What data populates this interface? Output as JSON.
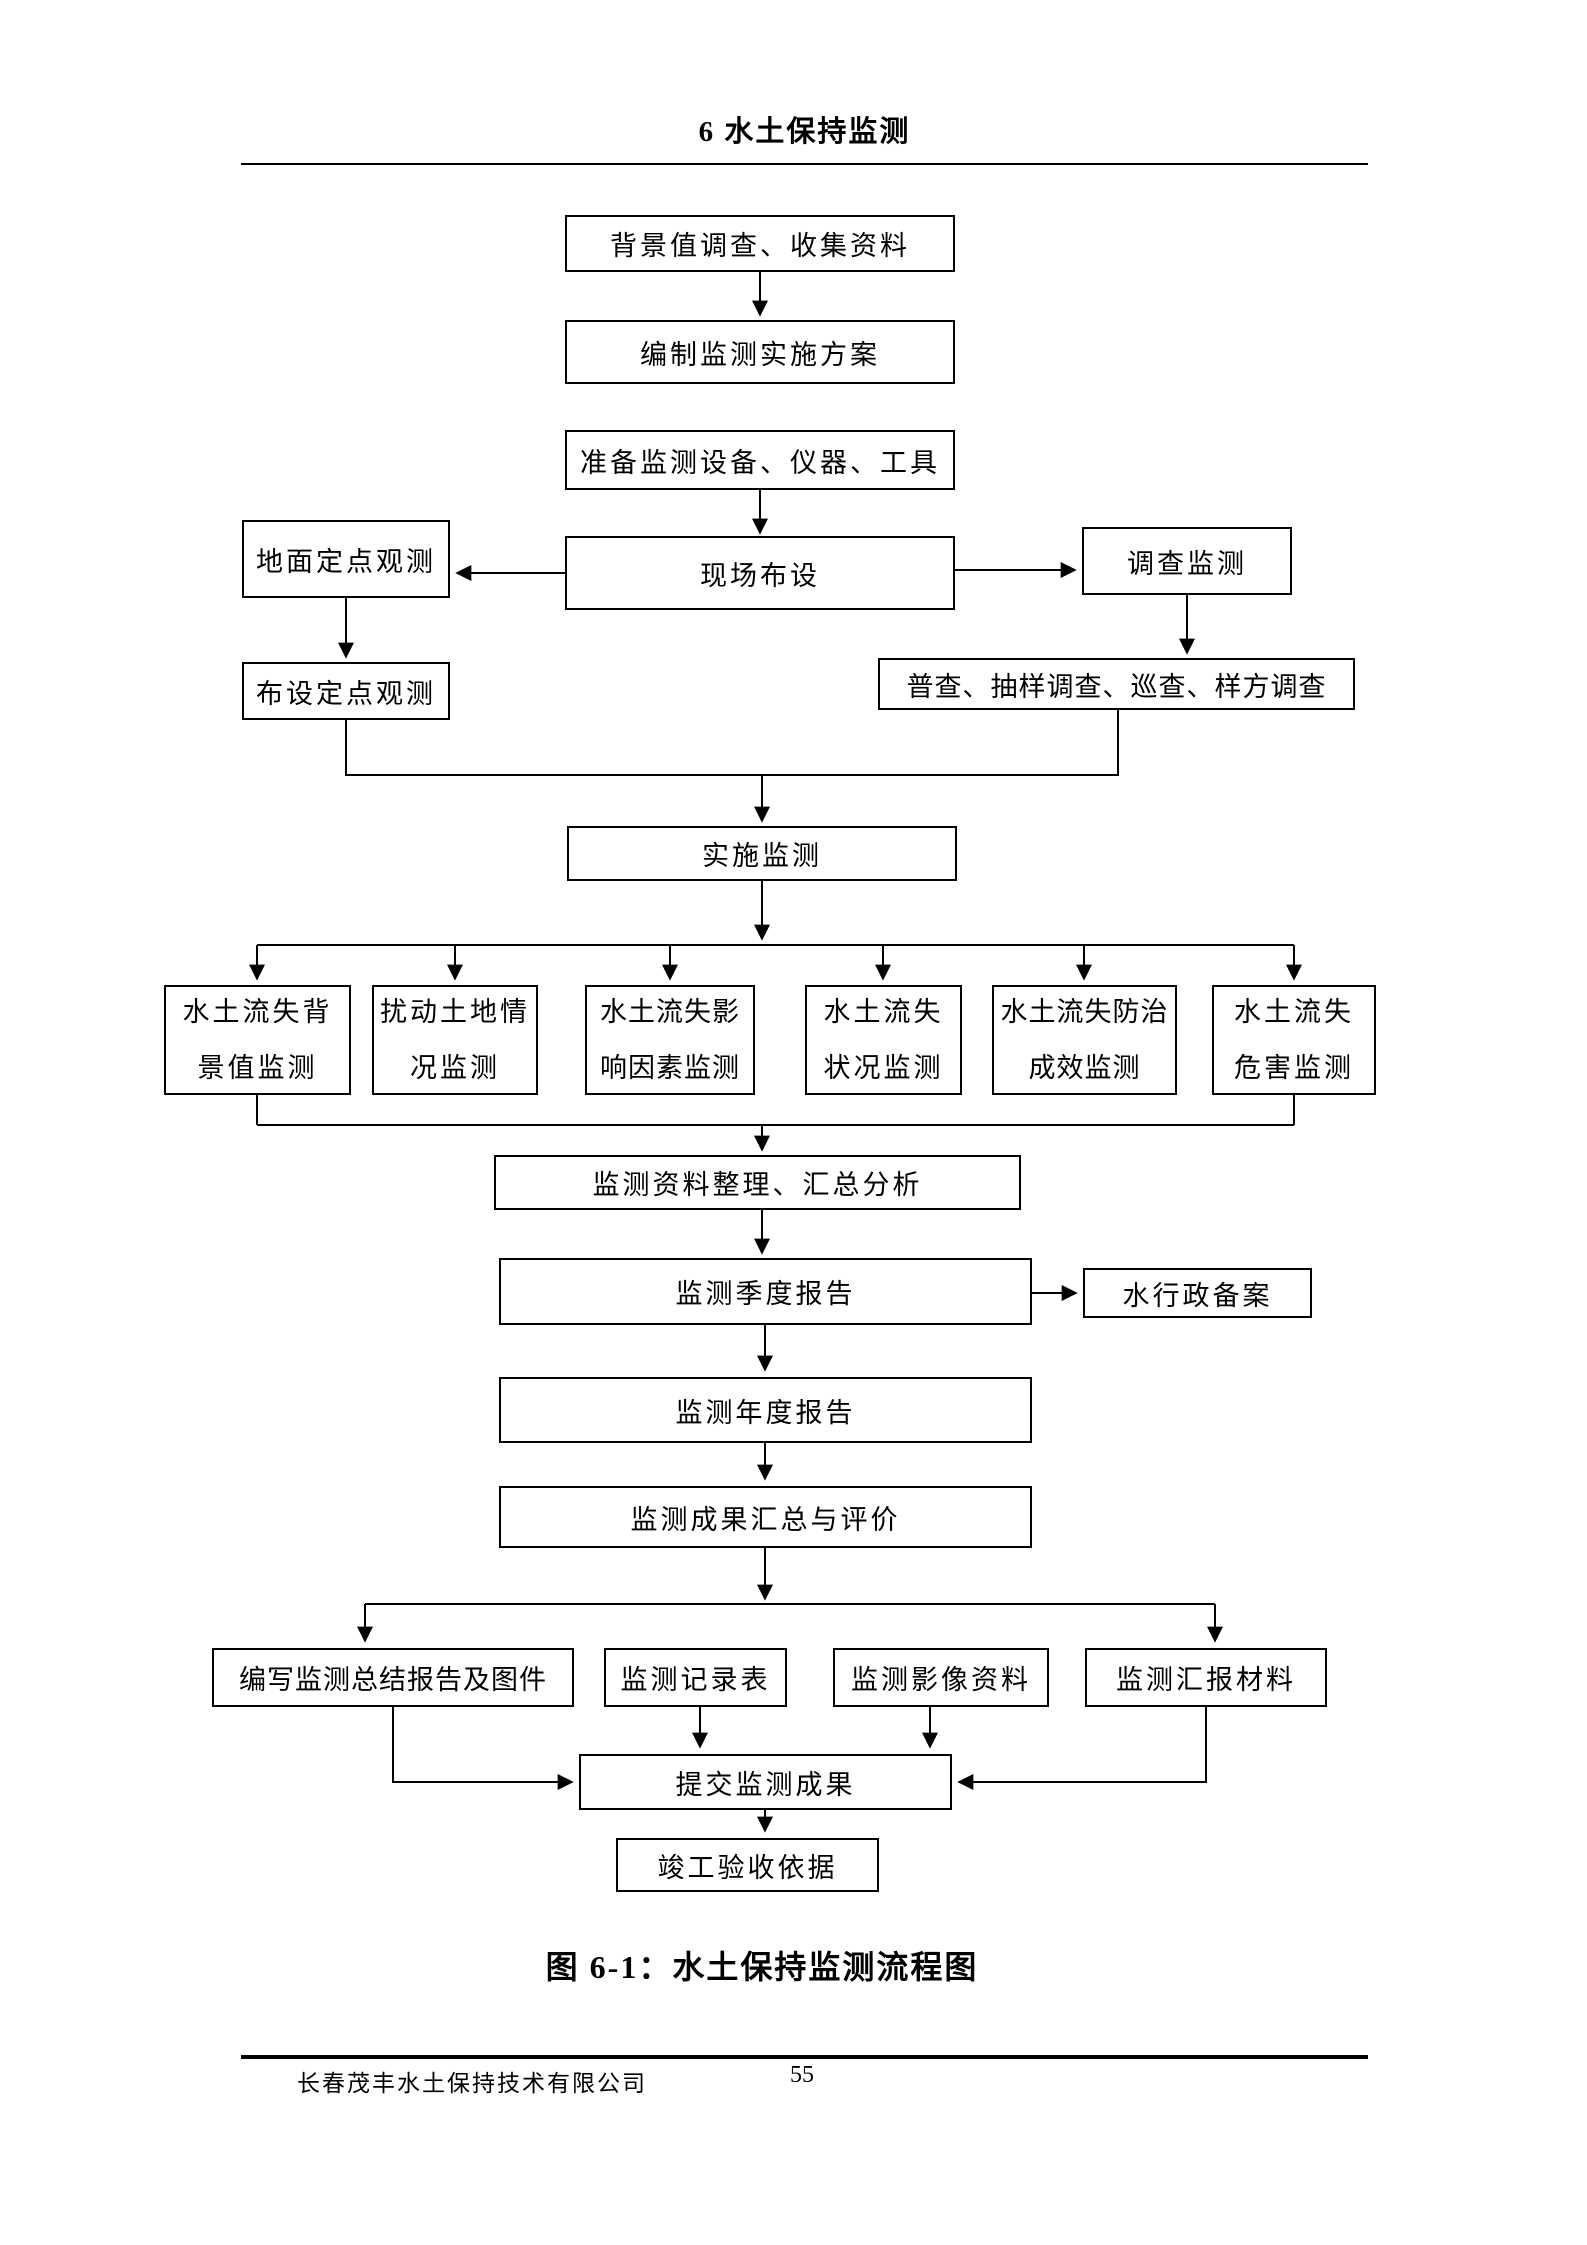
{
  "page": {
    "header": {
      "title": "6 水土保持监测"
    },
    "caption": "图 6-1：水土保持监测流程图",
    "footer": {
      "company": "长春茂丰水土保持技术有限公司",
      "page_number": "55"
    }
  },
  "flow": {
    "boxes": {
      "background_survey": "背景值调查、收集资料",
      "compile_plan": "编制监测实施方案",
      "prepare_equipment": "准备监测设备、仪器、工具",
      "site_layout": "现场布设",
      "ground_observation": "地面定点观测",
      "survey_monitoring": "调查监测",
      "fixed_point_layout": "布设定点观测",
      "survey_methods": "普查、抽样调查、巡查、样方调查",
      "implement_monitoring": "实施监测",
      "bg_value_monitoring": "水土流失背景值监测",
      "disturbed_land_monitoring": "扰动土地情况监测",
      "impact_factor_monitoring": "水土流失影响因素监测",
      "status_monitoring": "水土流失状况监测",
      "control_effect_monitoring": "水土流失防治成效监测",
      "hazard_monitoring": "水土流失危害监测",
      "data_collation": "监测资料整理、汇总分析",
      "quarterly_report": "监测季度报告",
      "water_admin_filing": "水行政备案",
      "annual_report": "监测年度报告",
      "summary_evaluation": "监测成果汇总与评价",
      "final_report": "编写监测总结报告及图件",
      "record_sheets": "监测记录表",
      "image_data": "监测影像资料",
      "briefing_materials": "监测汇报材料",
      "submit_results": "提交监测成果",
      "acceptance_basis": "竣工验收依据"
    },
    "colors": {
      "line": "#000000",
      "box_border": "#000000",
      "box_fill": "#ffffff",
      "page_background": "#ffffff"
    }
  }
}
